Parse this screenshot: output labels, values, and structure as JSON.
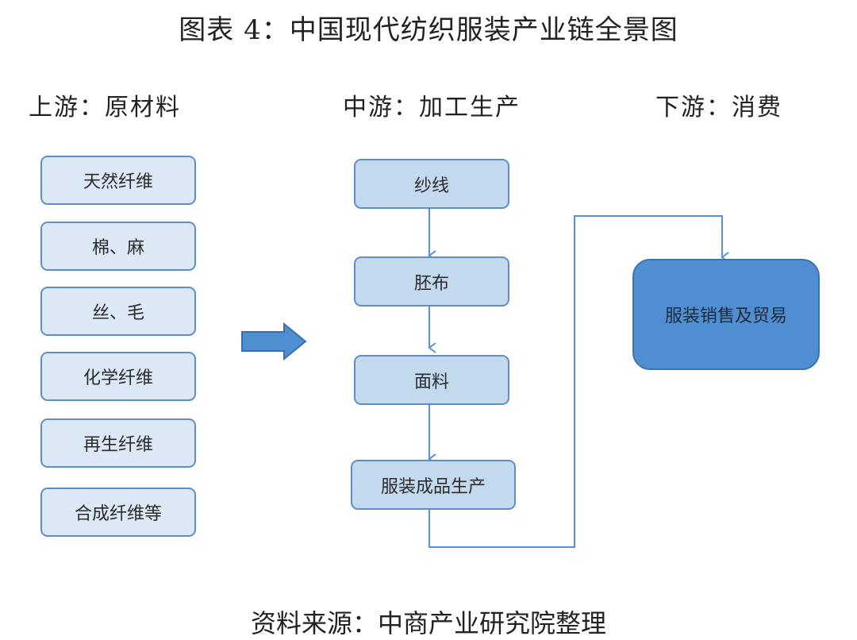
{
  "title": "图表 4：中国现代纺织服装产业链全景图",
  "columns": {
    "upstream": "上游：原材料",
    "midstream": "中游：加工生产",
    "downstream": "下游：消费"
  },
  "raw_materials": [
    "天然纤维",
    "棉、麻",
    "丝、毛",
    "化学纤维",
    "再生纤维",
    "合成纤维等"
  ],
  "process_steps": [
    "纱线",
    "胚布",
    "面料",
    "服装成品生产"
  ],
  "sales": "服装销售及贸易",
  "source": "资料来源：中商产业研究院整理",
  "colors": {
    "raw_fill": "#dce8f5",
    "process_fill": "#c3d9ee",
    "sales_fill": "#4f8ed1",
    "border": "#5f8ec0",
    "arrow": "#5b8fd0"
  }
}
